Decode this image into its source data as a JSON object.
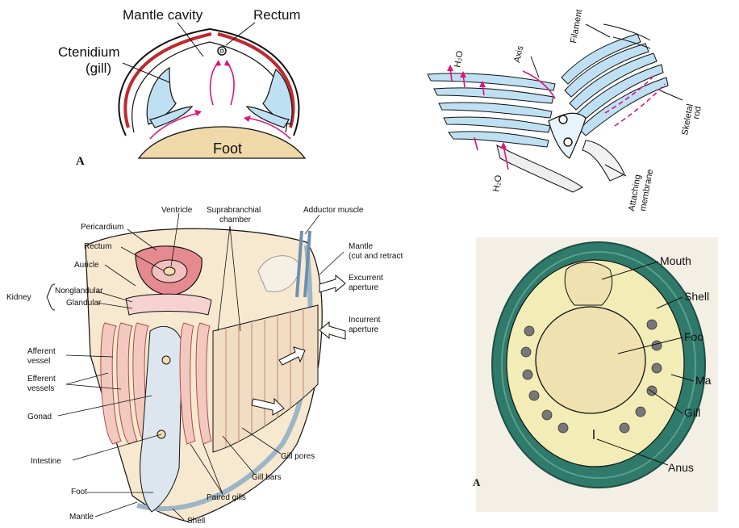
{
  "panel_tl": {
    "labels": {
      "mantle_cavity": "Mantle cavity",
      "rectum": "Rectum",
      "ctenidium_1": "Ctenidium",
      "ctenidium_2": "(gill)",
      "foot": "Foot"
    },
    "letter": "A"
  },
  "panel_tr": {
    "labels": {
      "filament": "Filament",
      "axis": "Axis",
      "h2o_top": "H₂O",
      "h2o_bottom": "H₂O",
      "skeletal_rod_1": "Skeletal",
      "skeletal_rod_2": "rod",
      "attaching_membrane_1": "Attaching",
      "attaching_membrane_2": "membrane"
    }
  },
  "panel_bl": {
    "labels": {
      "ventricle": "Ventricle",
      "suprabranchial_1": "Suprabranchial",
      "suprabranchial_2": "chamber",
      "adductor_muscle": "Adductor muscle",
      "pericardium": "Pericardium",
      "rectum": "Rectum",
      "auricle": "Auricle",
      "kidney": "Kidney",
      "nonglandular": "Nonglandular",
      "glandular": "Glandular",
      "mantle_cut_1": "Mantle",
      "mantle_cut_2": "(cut and retracted)",
      "excurrent_1": "Excurrent",
      "excurrent_2": "aperture",
      "incurrent_1": "Incurrent",
      "incurrent_2": "aperture",
      "afferent_1": "Afferent",
      "afferent_2": "vessel",
      "efferent_1": "Efferent",
      "efferent_2": "vessels",
      "gonad": "Gonad",
      "intestine": "Intestine",
      "foot": "Foot",
      "mantle": "Mantle",
      "shell": "Shell",
      "gill_pores": "Gill pores",
      "gill_bars": "Gill bars",
      "paired_gills": "Paired gills"
    }
  },
  "panel_br": {
    "labels": {
      "mouth": "Mouth",
      "shell": "Shell",
      "foot": "Foo",
      "mantle": "Ma",
      "gill": "Gill",
      "anus": "Anus"
    },
    "letter": "A"
  },
  "colors": {
    "gill_blue": "#bfe0f2",
    "foot_tan": "#efd9a8",
    "shell_red": "#c0282c",
    "arrow_magenta": "#e0147a",
    "shell_green": "#2f7a6a",
    "body_cream": "#f2ecb6",
    "heart_pink": "#e58a8f"
  }
}
